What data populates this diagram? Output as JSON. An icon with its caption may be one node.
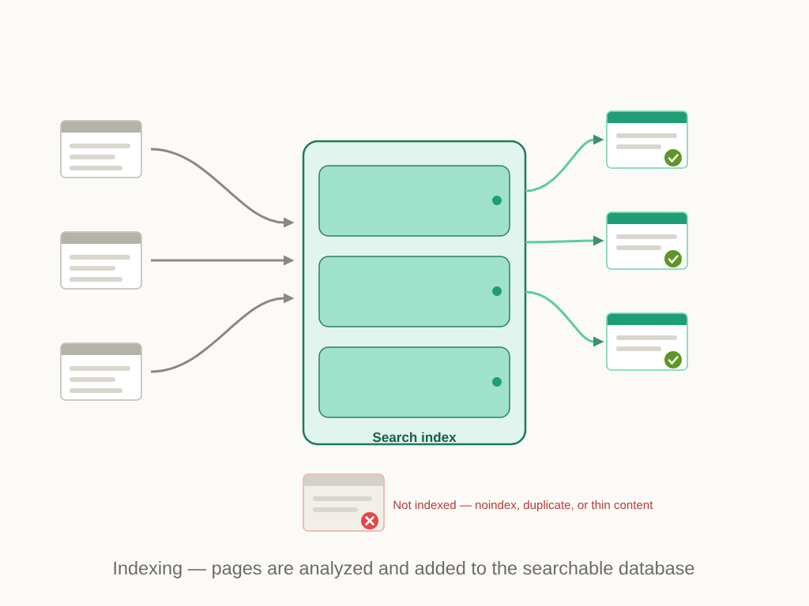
{
  "diagram": {
    "caption": "Indexing — pages are analyzed and added to the searchable database",
    "nodes": [
      {
        "text": [],
        "shape": "picture"
      },
      {
        "text": [],
        "shape": "picture"
      },
      {
        "text": [],
        "shape": "picture"
      },
      {
        "text": [
          "Search index"
        ]
      },
      {
        "text": [],
        "shape": "box",
        "in": 3
      },
      {
        "text": [],
        "shape": "box",
        "in": 3
      },
      {
        "text": [],
        "shape": "box",
        "in": 3
      },
      {
        "text": [],
        "shape": "picture"
      },
      {
        "text": [],
        "shape": "picture"
      },
      {
        "text": [],
        "shape": "picture"
      },
      {
        "text": [],
        "shape": "picture",
        "beside": [
          "Not indexed — noindex, duplicate, or thin content"
        ]
      }
    ],
    "edges": [
      {
        "from": 0,
        "to": 3,
        "arrow": "to"
      },
      {
        "from": 1,
        "to": 3,
        "arrow": "to"
      },
      {
        "from": 2,
        "to": 3,
        "arrow": "to"
      },
      {
        "from": 3,
        "to": 7,
        "arrow": "to",
        "color": "#5ccba6"
      },
      {
        "from": 3,
        "to": 8,
        "arrow": "to",
        "color": "#5ccba6"
      },
      {
        "from": 3,
        "to": 9,
        "arrow": "to",
        "color": "#5ccba6"
      }
    ]
  }
}
